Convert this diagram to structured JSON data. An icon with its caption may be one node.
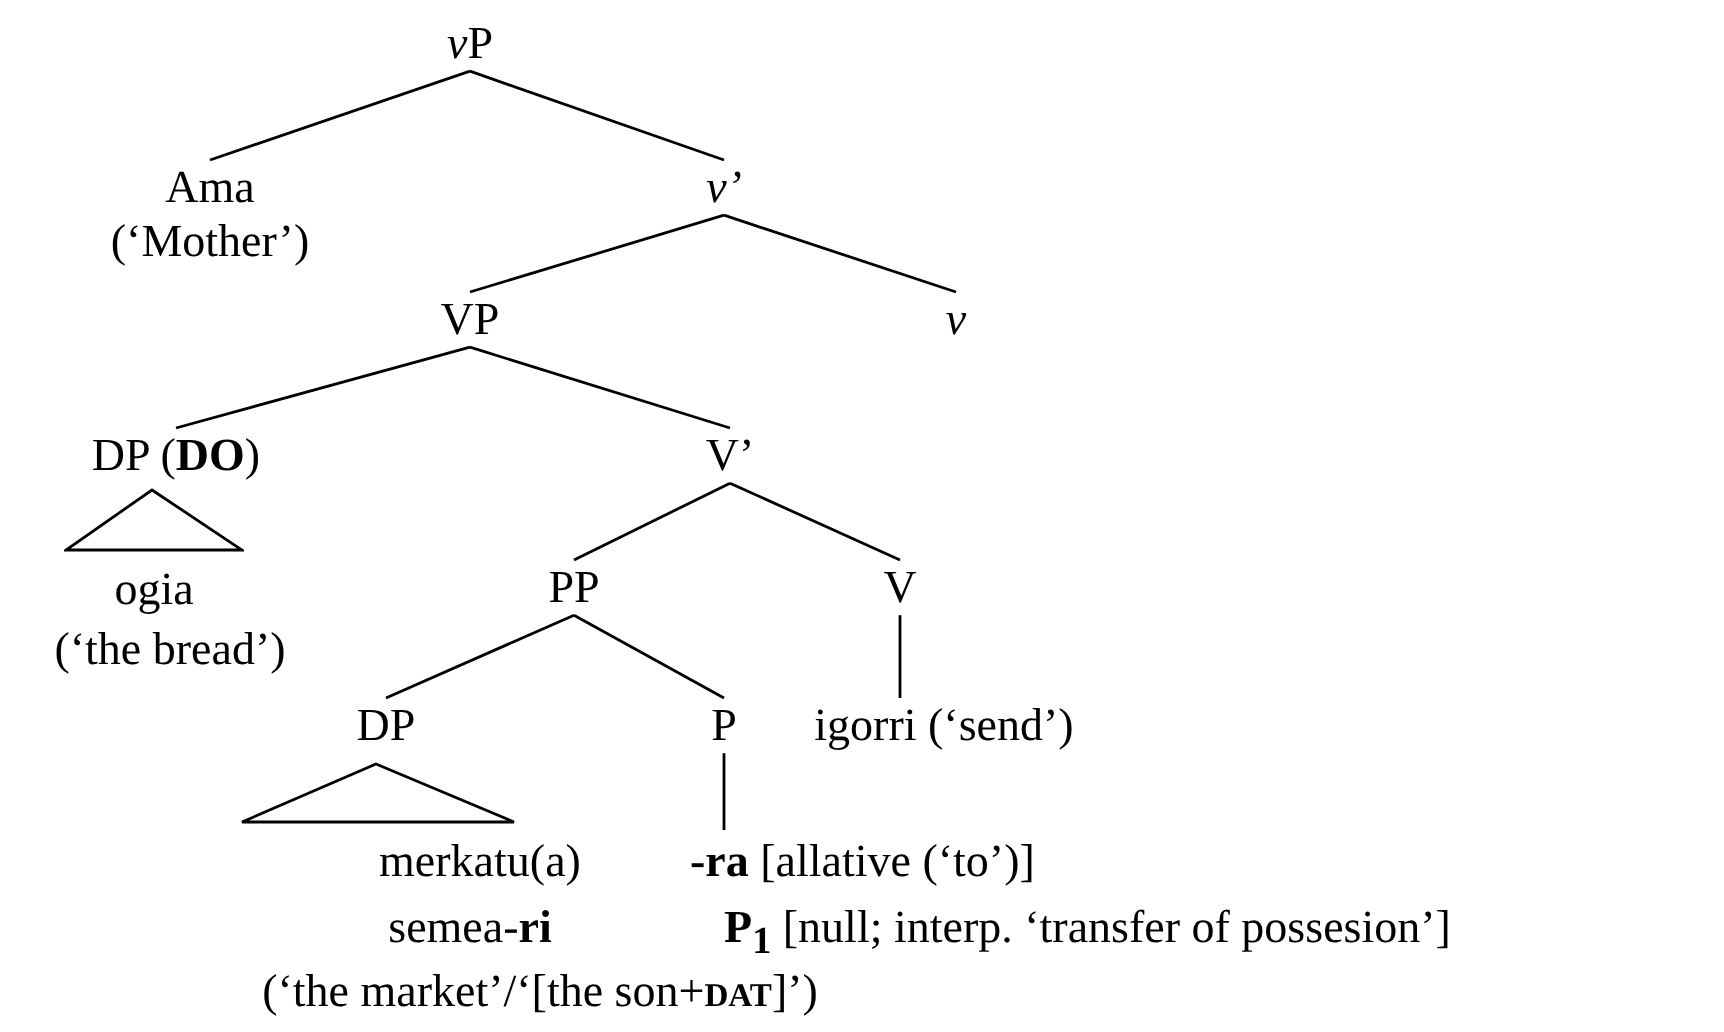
{
  "diagram": {
    "nodes": [
      {
        "text": [
          "vP"
        ]
      },
      {
        "text": [
          "Ama",
          "(‘Mother’)"
        ]
      },
      {
        "text": [
          "v’"
        ]
      },
      {
        "text": [
          "VP"
        ]
      },
      {
        "text": [
          "v"
        ]
      },
      {
        "text": [
          "DP (**DO**)"
        ]
      },
      {
        "text": [
          "V’"
        ]
      },
      {
        "text": [
          "ogia",
          "(‘the bread’)"
        ]
      },
      {
        "text": [
          "PP"
        ]
      },
      {
        "text": [
          "V"
        ]
      },
      {
        "text": [
          "DP"
        ]
      },
      {
        "text": [
          "P"
        ]
      },
      {
        "text": [
          "igorri (‘send’)"
        ]
      },
      {
        "text": [
          "merkatu(a)",
          "semea-**ri**",
          "(‘the market’/‘[the son+**DAT**]’)"
        ]
      },
      {
        "text": [
          "**-ra** [allative (‘to’)]",
          "**P$_{1}$** [null; interp. ‘transfer of possesion’]"
        ]
      },
      {
        "text": [],
        "shape": "triangle"
      },
      {
        "text": [],
        "shape": "triangle"
      }
    ],
    "edges": [
      {
        "from": 0,
        "to": 1,
        "arrow": "none"
      },
      {
        "from": 0,
        "to": 2,
        "arrow": "none"
      },
      {
        "from": 2,
        "to": 3,
        "arrow": "none"
      },
      {
        "from": 2,
        "to": 4,
        "arrow": "none"
      },
      {
        "from": 3,
        "to": 5,
        "arrow": "none"
      },
      {
        "from": 3,
        "to": 6,
        "arrow": "none"
      },
      {
        "from": 6,
        "to": 8,
        "arrow": "none"
      },
      {
        "from": 6,
        "to": 9,
        "arrow": "none"
      },
      {
        "from": 8,
        "to": 10,
        "arrow": "none"
      },
      {
        "from": 8,
        "to": 11,
        "arrow": "none"
      },
      {
        "from": 9,
        "to": 12,
        "arrow": "none"
      },
      {
        "from": 11,
        "to": 14,
        "arrow": "none"
      }
    ]
  }
}
